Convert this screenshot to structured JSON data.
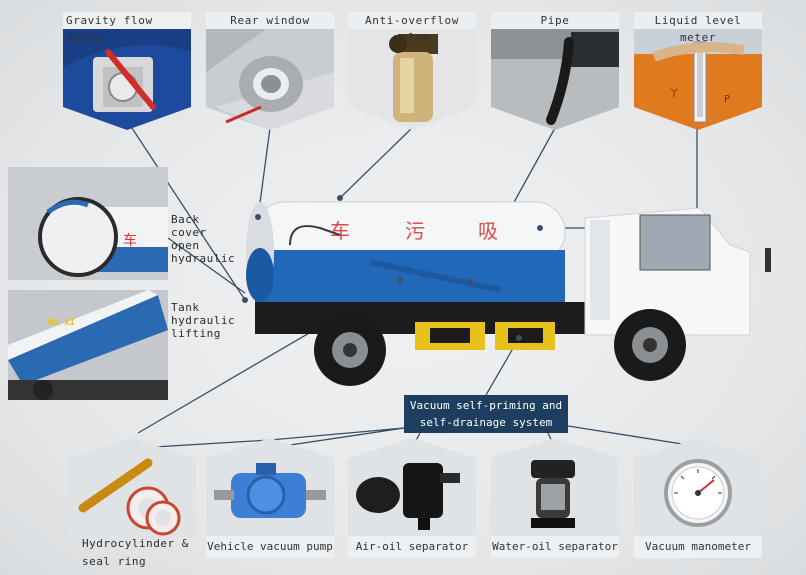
{
  "top_labels": {
    "gravity": "Gravity flow vavle",
    "rear": "Rear window",
    "anti": "Anti-overflow valve",
    "pipe": "Pipe",
    "level": "Liquid level meter"
  },
  "side_labels": {
    "back_cover": [
      "Back",
      "cover",
      "open",
      "hydraulic"
    ],
    "tank_lift": [
      "Tank",
      "hydraulic",
      "lifting"
    ]
  },
  "tank_chars": [
    "车",
    "污",
    "吸"
  ],
  "tile_chars": {
    "back_cover": "车",
    "tank_lift": "WU XI"
  },
  "system_banner": [
    "Vacuum self-priming and",
    "self-drainage system"
  ],
  "bottom_labels": {
    "hydro": [
      "Hydrocylinder &",
      "seal ring"
    ],
    "pump": "Vehicle vacuum pump",
    "air_oil": "Air-oil separator",
    "water_oil": "Water-oil separator",
    "manometer": "Vacuum manometer"
  },
  "colors": {
    "tank_blue": "#2268b8",
    "tank_white": "#f4f6f8",
    "banner": "#1d3e5f",
    "chassis": "#1c1c1c",
    "yellow": "#e8c21a",
    "leader_line": "#3b4e66"
  }
}
